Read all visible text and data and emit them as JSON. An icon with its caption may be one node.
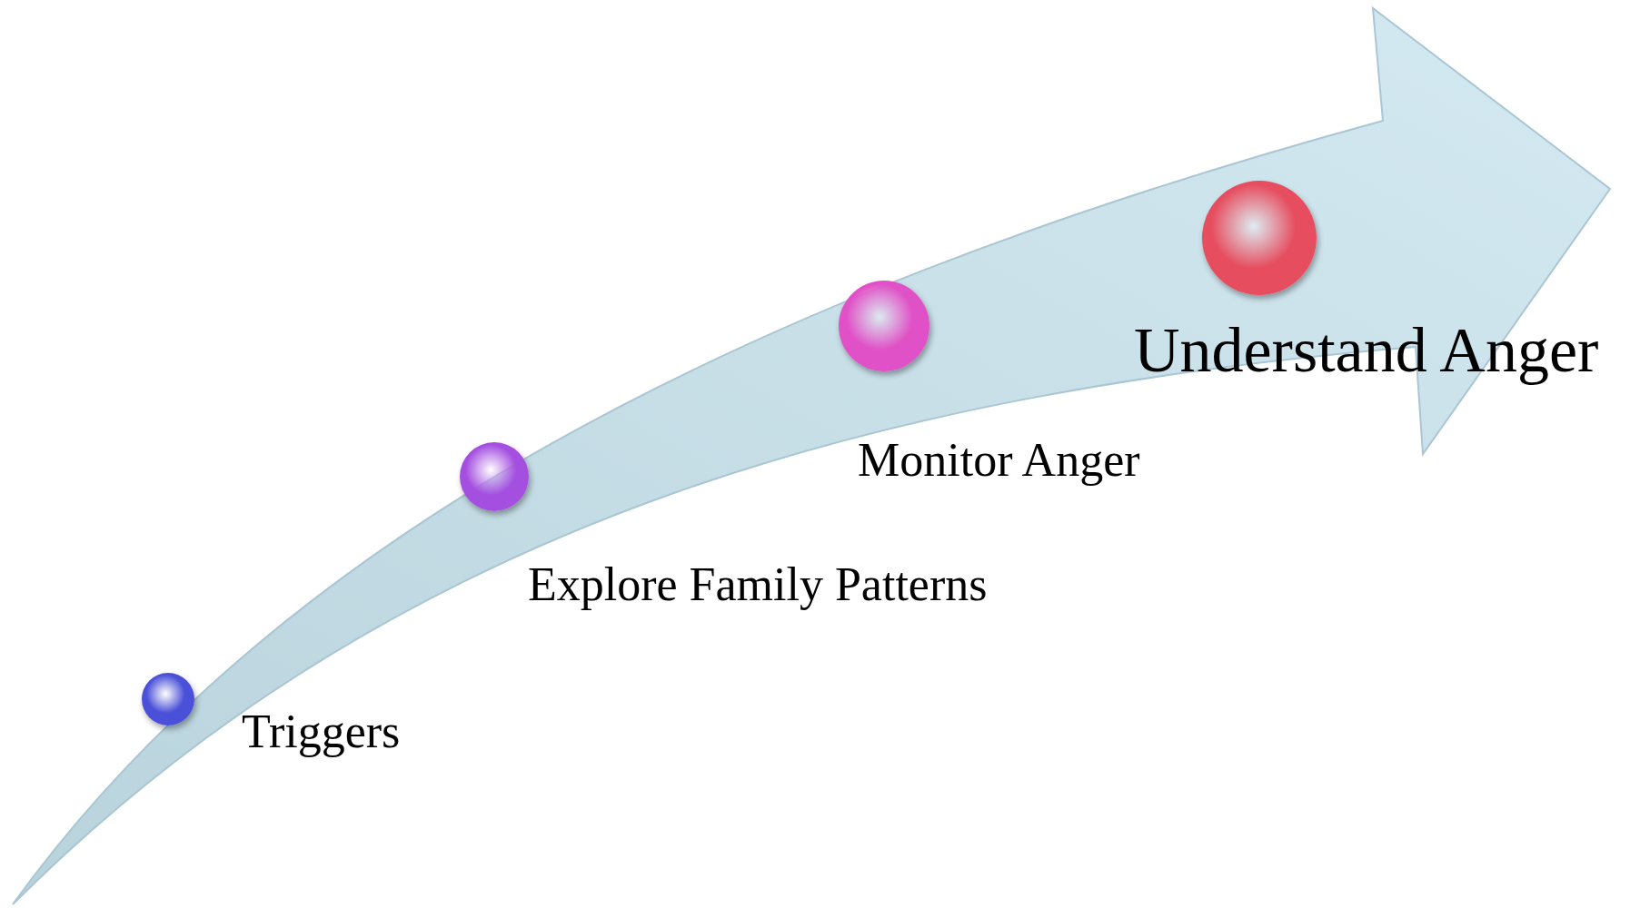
{
  "diagram": {
    "nodes": [
      {
        "text": [],
        "shape": "circle",
        "beside": [
          "Triggers"
        ]
      },
      {
        "text": [],
        "shape": "circle",
        "beside": [
          "Explore Family Patterns"
        ]
      },
      {
        "text": [],
        "shape": "circle",
        "beside": [
          "Monitor Anger"
        ]
      },
      {
        "text": [],
        "shape": "circle",
        "beside": [
          "Understand Anger"
        ]
      }
    ]
  }
}
